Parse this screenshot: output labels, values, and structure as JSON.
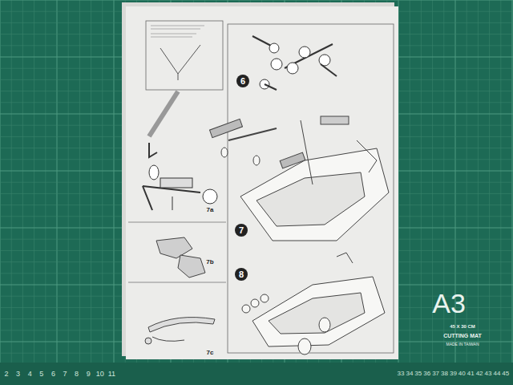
{
  "diagram": {
    "labels": [
      "6",
      "7",
      "8",
      "7a",
      "7b",
      "7c",
      "A3",
      "45 X 30 CM",
      "CUTTING MAT",
      "MADE IN TAIWAN",
      "2",
      "3",
      "4",
      "5",
      "6",
      "7",
      "8",
      "9",
      "10",
      "11",
      "33",
      "34",
      "35",
      "36",
      "37",
      "38",
      "39",
      "40",
      "41",
      "42",
      "43",
      "44",
      "45"
    ]
  }
}
